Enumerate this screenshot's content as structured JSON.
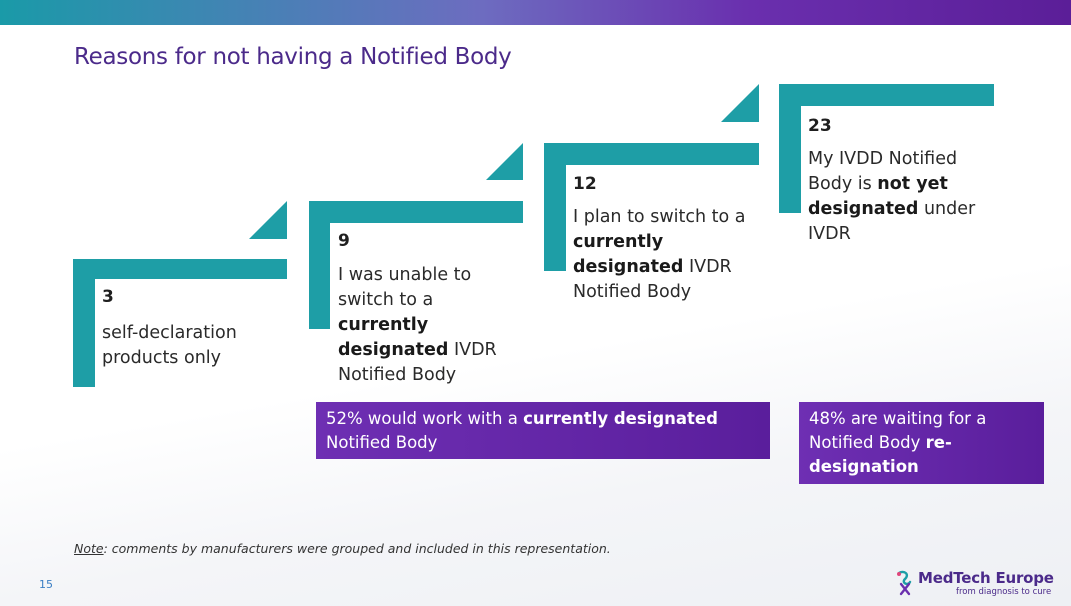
{
  "title": "Reasons for not having a Notified Body",
  "steps": [
    {
      "count": "3",
      "text_parts": [
        "self-declaration products only"
      ]
    },
    {
      "count": "9",
      "text_parts": [
        "I was unable to switch to a ",
        "currently designated",
        " IVDR Notified Body"
      ]
    },
    {
      "count": "12",
      "text_parts": [
        "I plan to switch to a ",
        "currently designated",
        " IVDR Notified Body"
      ]
    },
    {
      "count": "23",
      "text_parts": [
        "My IVDD Notified Body is ",
        "not yet designated",
        " under IVDR"
      ]
    }
  ],
  "callouts": [
    {
      "parts": [
        "52% would work with a ",
        "currently designated",
        " Notified Body"
      ]
    },
    {
      "parts": [
        "48% are waiting for a Notified Body ",
        "re-designation",
        ""
      ]
    }
  ],
  "footnote": {
    "label": "Note",
    "text": ": comments by manufacturers were grouped and included in this representation."
  },
  "page_number": "15",
  "logo": {
    "name": "MedTech Europe",
    "tagline": "from diagnosis to cure",
    "icon": "medtech-logo-icon"
  },
  "colors": {
    "teal": "#1e9ea6",
    "purple": "#5a1e9c",
    "title": "#4b2a8a"
  }
}
